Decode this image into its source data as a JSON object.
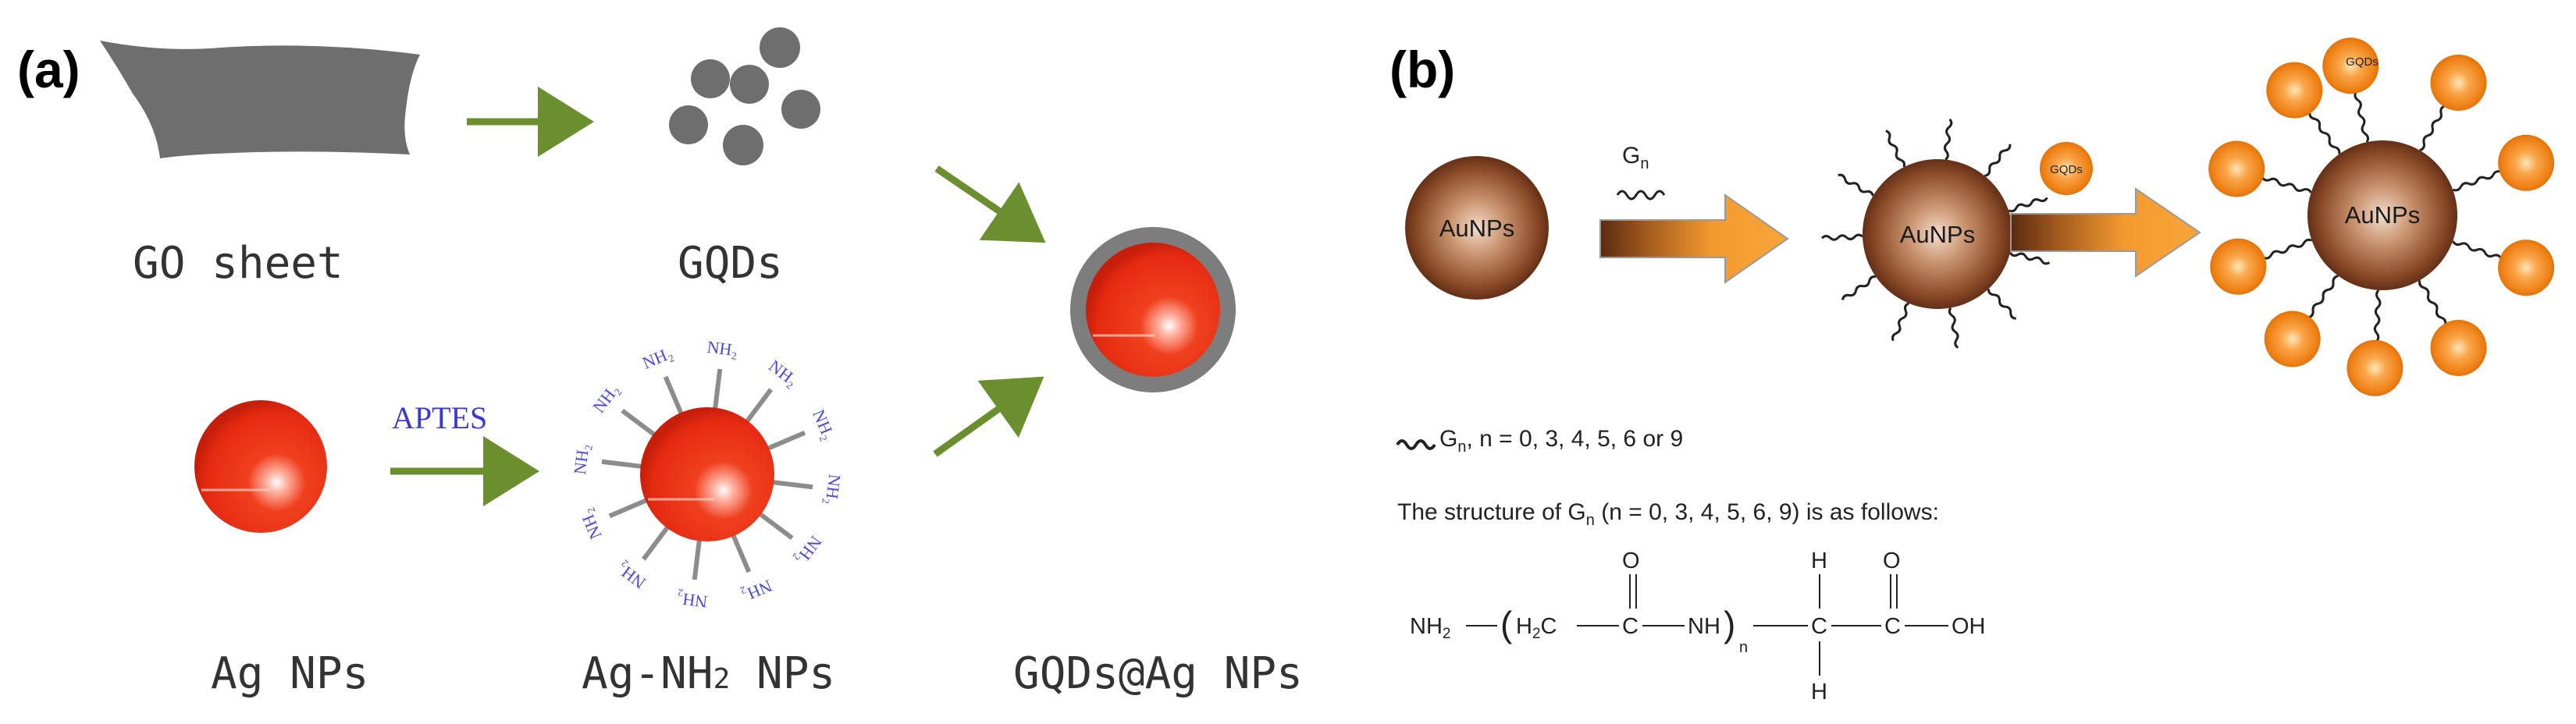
{
  "panel_a": {
    "label": "(a)",
    "go_sheet_label": "GO sheet",
    "gqds_label": "GQDs",
    "ag_nps_label": "Ag NPs",
    "aptes_label": "APTES",
    "ag_nh2_prefix": "Ag-NH",
    "ag_nh2_sub": "2",
    "ag_nh2_suffix": " NPs",
    "nh2_tag": "NH₂",
    "product_label": "GQDs@Ag NPs"
  },
  "panel_b": {
    "label": "(b)",
    "aunps_1": "AuNPs",
    "aunps_2": "AuNPs",
    "aunps_3": "AuNPs",
    "gn_main": "G",
    "gn_sub": "n",
    "gqds_tag_1": "GQDs",
    "gqds_tag_2": "GQDs",
    "legend_g": "G",
    "legend_sub": "n",
    "legend_rest": ", n = 0, 3, 4, 5, 6 or 9",
    "structure_pre": "The structure of G",
    "structure_sub": "n",
    "structure_post": " (n = 0, 3, 4, 5, 6, 9) is as follows:",
    "formula": {
      "nh2": "NH",
      "nh2_sub": "2",
      "paren_open": "(",
      "h2c": "H",
      "h2c_sub": "2",
      "h2c_c": "C",
      "c1": "C",
      "o1": "O",
      "nh": "NH",
      "paren_close": ")",
      "n_sub": "n",
      "c2": "C",
      "h_top": "H",
      "h_bottom": "H",
      "c3": "C",
      "o2": "O",
      "oh": "OH"
    }
  },
  "colors": {
    "arrow_green": "#6b8e2f",
    "go_gray": "#6e6e6e",
    "ag_red": "#e8341c",
    "gqds_shell": "#7d7d7d",
    "nh2_blue": "#4b4bd8",
    "au_brown": "#6e3418",
    "gqd_orange": "#f08a1c"
  }
}
